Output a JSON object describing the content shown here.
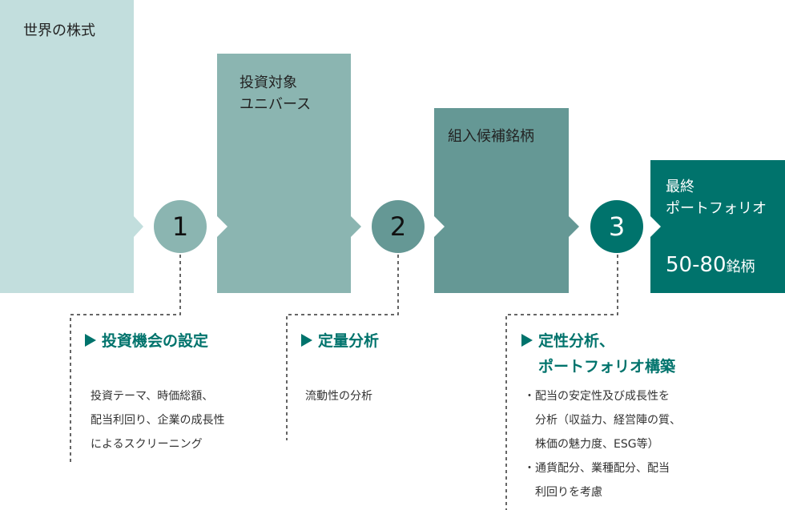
{
  "colors": {
    "stage1": "#c2dedd",
    "stage2": "#8bb5b1",
    "stage3": "#659895",
    "stage4": "#00736c",
    "accent": "#00736c"
  },
  "stages": [
    {
      "label": [
        "世界の株式"
      ]
    },
    {
      "label": [
        "投資対象",
        "ユニバース"
      ]
    },
    {
      "label": [
        "組入候補銘柄"
      ]
    },
    {
      "label": [
        "最終",
        "ポートフォリオ"
      ],
      "count": "50-80",
      "count_unit": "銘柄"
    }
  ],
  "steps": [
    {
      "number": "1",
      "title": [
        "投資機会の設定"
      ],
      "lines": [
        "投資テーマ、時価総額、",
        "配当利回り、企業の成長性",
        "によるスクリーニング"
      ]
    },
    {
      "number": "2",
      "title": [
        "定量分析"
      ],
      "lines": [
        "流動性の分析"
      ]
    },
    {
      "number": "3",
      "title": [
        "定性分析、",
        "ポートフォリオ構築"
      ],
      "lines": [
        "・配当の安定性及び成長性を",
        "　分析（収益力、経営陣の質、",
        "　株価の魅力度、ESG等）",
        "・通貨配分、業種配分、配当",
        "　利回りを考慮"
      ]
    }
  ]
}
